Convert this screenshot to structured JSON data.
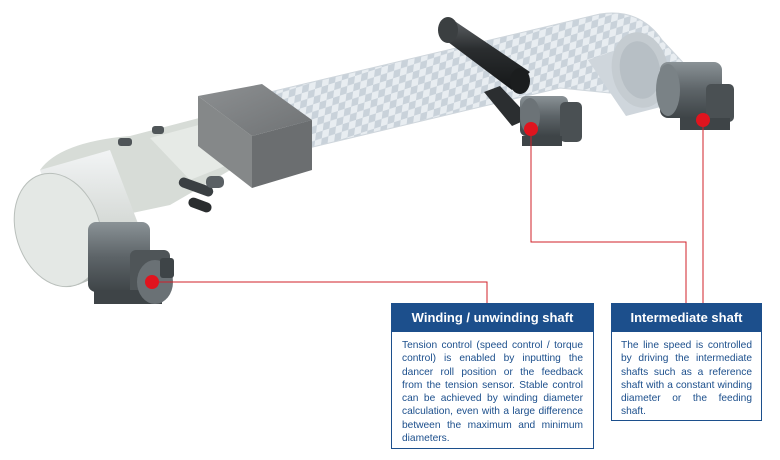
{
  "callouts": {
    "winding": {
      "title": "Winding / unwinding shaft",
      "body": "Tension control (speed control / torque control) is enabled by inputting the dancer roll position or the feedback from the tension sensor. Stable control can be achieved by winding diameter calculation, even with a large difference between the maximum and minimum diameters."
    },
    "intermediate": {
      "title": "Intermediate shaft",
      "body": "The line speed is controlled by driving the intermediate shafts such as a reference shaft with a constant winding diameter or the feeding shaft."
    }
  },
  "colors": {
    "callout_accent": "#1c4f8c",
    "marker": "#e0141e",
    "leader_line": "#d0202a",
    "web": "#dde3e8",
    "motor": "#5d6468"
  }
}
